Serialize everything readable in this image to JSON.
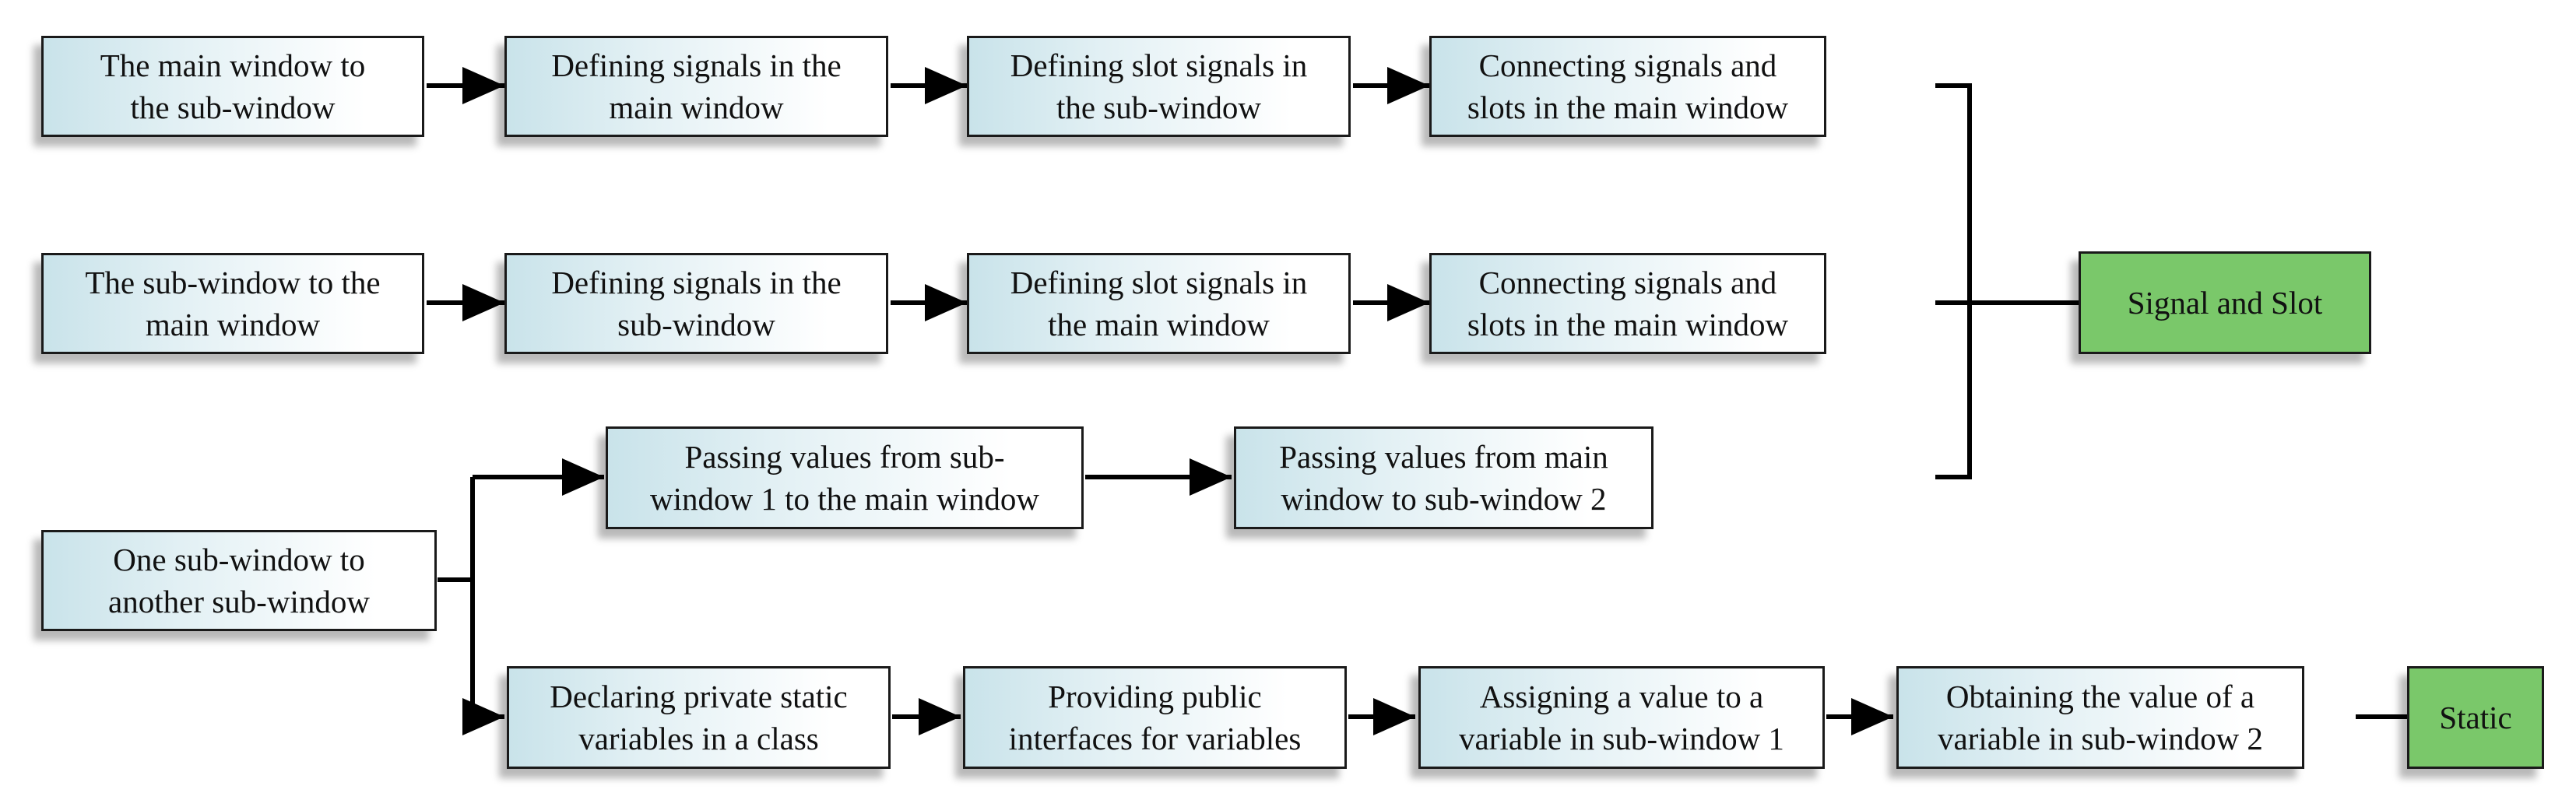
{
  "colors": {
    "box_gradient_start": "#c9e3ea",
    "box_gradient_end": "#ffffff",
    "green_box": "#7ac86a",
    "line": "#000000"
  },
  "row1": {
    "start": "The main window to\nthe sub-window",
    "step1": "Defining signals in the\nmain window",
    "step2": "Defining slot signals in\nthe sub-window",
    "step3": "Connecting signals and\nslots in the main window"
  },
  "row2": {
    "start": "The sub-window to the\nmain window",
    "step1": "Defining signals in the\nsub-window",
    "step2": "Defining slot signals in\nthe main window",
    "step3": "Connecting signals and\nslots in the main window"
  },
  "row3": {
    "start": "One sub-window to\nanother sub-window",
    "upper_step1": "Passing values from sub-\nwindow 1 to the main window",
    "upper_step2": "Passing values from main\nwindow to sub-window 2",
    "lower_step1": "Declaring private static\nvariables in a class",
    "lower_step2": "Providing public\ninterfaces for variables",
    "lower_step3": "Assigning a value to a\nvariable in sub-window 1",
    "lower_step4": "Obtaining the value of a\nvariable in sub-window 2"
  },
  "outcomes": {
    "signal_slot": "Signal and Slot",
    "static": "Static"
  }
}
